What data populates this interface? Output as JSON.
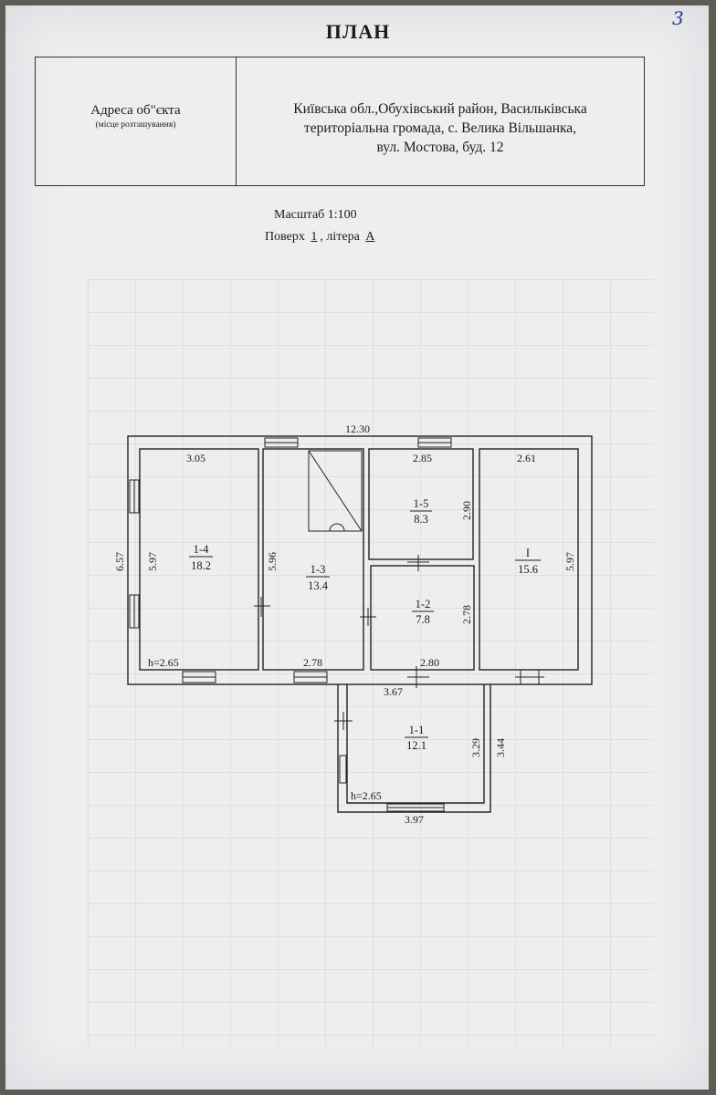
{
  "page_number": "3",
  "title": "ПЛАН",
  "address": {
    "label": "Адреса об\"єкта",
    "sublabel": "(місце розташування)",
    "lines": [
      "Київська обл.,Обухівський район, Васильківська",
      "територіальна громада, с. Велика Вільшанка,",
      "вул. Мостова, буд. 12"
    ]
  },
  "scale": "Масштаб 1:100",
  "floor": {
    "prefix": "Поверх",
    "number": "1",
    "middle": ", літера",
    "letter": "А"
  },
  "plan": {
    "overall_width": "12.30",
    "left_height": "6.57",
    "rooms": [
      {
        "id": "1-4",
        "area": "18.2",
        "width": "3.05",
        "height": "5.97",
        "ceiling": "h=2.65"
      },
      {
        "id": "1-3",
        "area": "13.4",
        "width": "2.78",
        "height": "5.96"
      },
      {
        "id": "1-5",
        "area": "8.3",
        "width": "2.85",
        "height": "2.90"
      },
      {
        "id": "1-2",
        "area": "7.8",
        "width": "2.80",
        "height": "2.78"
      },
      {
        "id": "I",
        "area": "15.6",
        "width": "2.61",
        "height": "5.97"
      },
      {
        "id": "1-1",
        "area": "12.1",
        "width": "3.67",
        "outer_width": "3.97",
        "height": "3.29",
        "outer_height": "3.44",
        "ceiling": "h=2.65"
      }
    ]
  }
}
